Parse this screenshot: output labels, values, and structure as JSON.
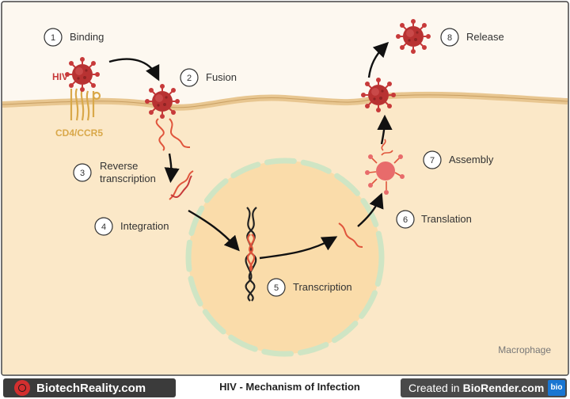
{
  "diagram": {
    "title": "HIV - Mechanism of Infection",
    "cell_label": "Macrophage",
    "virus_label": "HIV",
    "receptor_label": "CD4/CCR5",
    "steps": [
      {
        "num": "1",
        "label": "Binding"
      },
      {
        "num": "2",
        "label": "Fusion"
      },
      {
        "num": "3",
        "label": "Reverse",
        "label2": "transcription"
      },
      {
        "num": "4",
        "label": "Integration"
      },
      {
        "num": "5",
        "label": "Transcription"
      },
      {
        "num": "6",
        "label": "Translation"
      },
      {
        "num": "7",
        "label": "Assembly"
      },
      {
        "num": "8",
        "label": "Release"
      }
    ]
  },
  "footer": {
    "left_brand": "BiotechReality.com",
    "created_prefix": "Created in",
    "created_brand": "BioRender.com",
    "bio_badge": "bio"
  },
  "colors": {
    "background": "#fdf8f0",
    "cytoplasm": "#fbe8c8",
    "nucleus": "#fadcaa",
    "nucleus_pores": "#cfe5c4",
    "virus": "#c73a3a",
    "rna": "#e0553c",
    "dna": "#222222",
    "receptor": "#d9a84a",
    "text": "#333333"
  }
}
